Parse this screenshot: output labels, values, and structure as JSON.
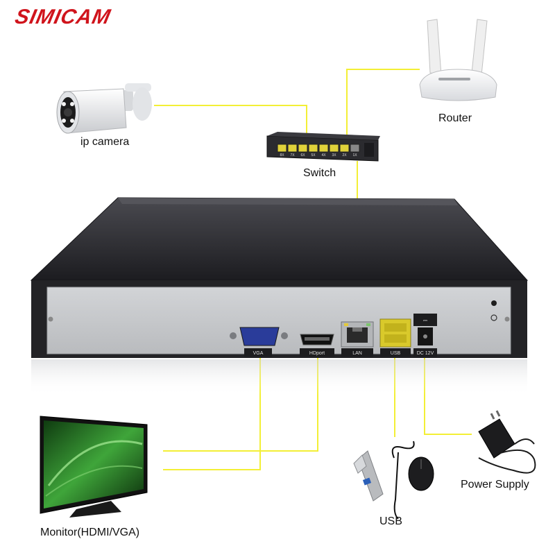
{
  "logo": "SIMICAM",
  "labels": {
    "ip_camera": "ip camera",
    "router": "Router",
    "switch": "Switch",
    "monitor": "Monitor(HDMI/VGA)",
    "usb": "USB",
    "power_supply": "Power Supply"
  },
  "ports": {
    "vga": "VGA",
    "hdmi": "HDport",
    "lan": "LAN",
    "usb": "USB",
    "dc": "DC 12V"
  },
  "switch_ports": [
    "8X",
    "7X",
    "6X",
    "5X",
    "4X",
    "3X",
    "2X",
    "1X"
  ],
  "colors": {
    "brand": "#d0141c",
    "connector_line": "#f3ef35",
    "nvr_body": "#2a2a2e",
    "nvr_panel": "#c7c9cc"
  }
}
